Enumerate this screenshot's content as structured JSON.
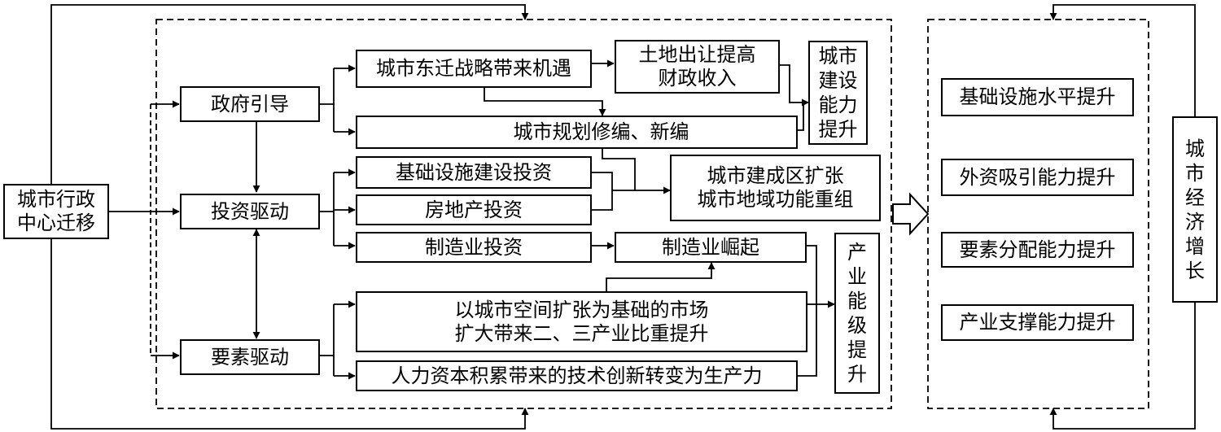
{
  "diagram": {
    "source": "城市行政\n中心迁移",
    "drivers": {
      "government": "政府引导",
      "investment": "投资驱动",
      "factor": "要素驱动"
    },
    "paths": {
      "east_strategy": "城市东迁战略带来机遇",
      "land_transfer": "土地出让提高\n财政收入",
      "urban_planning": "城市规划修编、新编",
      "infra_invest": "基础设施建设投资",
      "real_estate": "房地产投资",
      "manufacturing_invest": "制造业投资",
      "manufacturing_rise": "制造业崛起",
      "market_expansion": "以城市空间扩张为基础的市场\n扩大带来二、三产业比重提升",
      "human_capital": "人力资本积累带来的技术创新转变为生产力"
    },
    "outcomes": {
      "construction": "城市\n建设\n能力\n提升",
      "built_area": "城市建成区扩张\n城市地域功能重组",
      "industry_level": "产\n业\n能\n级\n提\n升"
    },
    "capabilities": [
      "基础设施水平提升",
      "外资吸引能力提升",
      "要素分配能力提升",
      "产业支撑能力提升"
    ],
    "result": "城\n市\n经\n济\n增\n长"
  }
}
